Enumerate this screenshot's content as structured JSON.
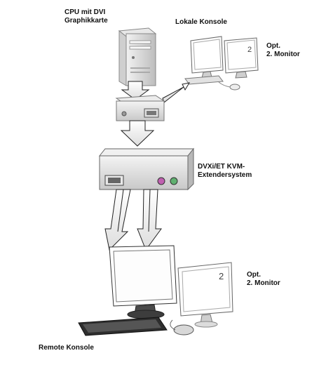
{
  "labels": {
    "cpu": "CPU mit DVI\nGraphikkarte",
    "local_console": "Lokale Konsole",
    "opt_local_monitor": "Opt.\n2. Monitor",
    "extender": "DVXi/ET KVM-\nExtendersystem",
    "opt_remote_monitor": "Opt.\n2. Monitor",
    "remote_console": "Remote Konsole",
    "monitor_number_local": "2",
    "monitor_number_remote": "2"
  }
}
